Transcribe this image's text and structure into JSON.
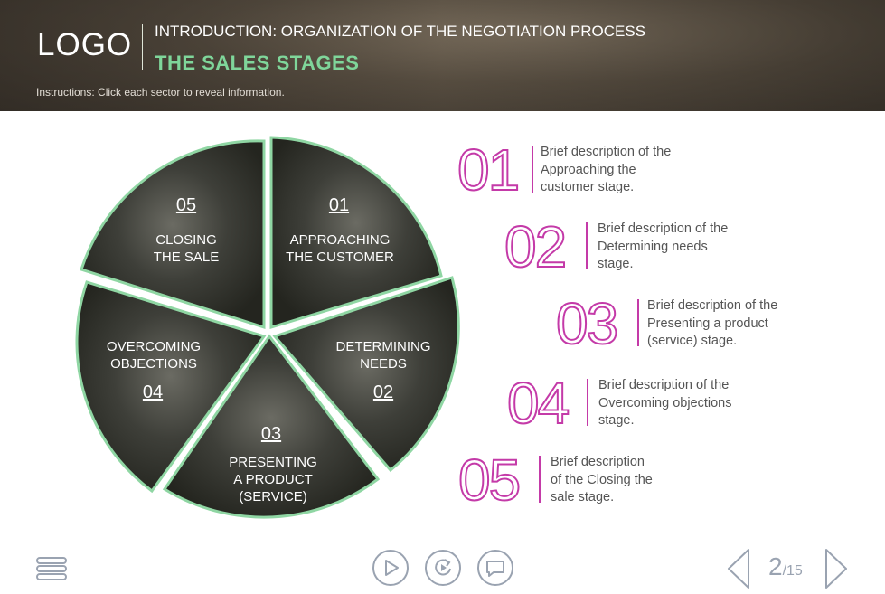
{
  "header": {
    "logo": "LOGO",
    "subtitle": "INTRODUCTION: ORGANIZATION OF THE NEGOTIATION PROCESS",
    "title": "THE SALES STAGES",
    "instructions": "Instructions: Click each sector to reveal information."
  },
  "sectors": [
    {
      "num": "01",
      "line1": "APPROACHING",
      "line2": "THE CUSTOMER",
      "line3": ""
    },
    {
      "num": "02",
      "line1": "DETERMINING",
      "line2": "NEEDS",
      "line3": ""
    },
    {
      "num": "03",
      "line1": "PRESENTING",
      "line2": "A PRODUCT",
      "line3": "(SERVICE)"
    },
    {
      "num": "04",
      "line1": "OVERCOMING",
      "line2": "OBJECTIONS",
      "line3": ""
    },
    {
      "num": "05",
      "line1": "CLOSING",
      "line2": "THE SALE",
      "line3": ""
    }
  ],
  "items": [
    {
      "num": "01",
      "desc": [
        "Brief description of the",
        "Approaching the",
        "customer stage."
      ]
    },
    {
      "num": "02",
      "desc": [
        "Brief description of the",
        "Determining needs",
        "stage."
      ]
    },
    {
      "num": "03",
      "desc": [
        "Brief description of the",
        "Presenting a product",
        "(service) stage."
      ]
    },
    {
      "num": "04",
      "desc": [
        "Brief description of the",
        "Overcoming objections",
        "stage."
      ]
    },
    {
      "num": "05",
      "desc": [
        "Brief description",
        "of the Closing the",
        "sale stage."
      ]
    }
  ],
  "footer": {
    "page_current": "2",
    "page_total": "/15"
  },
  "colors": {
    "accent_green": "#7fd69a",
    "accent_magenta": "#c43aa8",
    "icon_gray": "#9aa3b1"
  }
}
